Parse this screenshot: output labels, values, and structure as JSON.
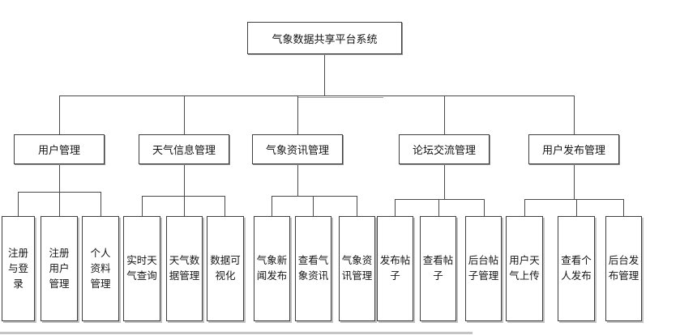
{
  "diagram": {
    "root": {
      "label": "气象数据共享平台系统"
    },
    "branches": [
      {
        "label": "用户管理",
        "children": [
          "注册与登录",
          "注册用户管理",
          "个人资料管理"
        ]
      },
      {
        "label": "天气信息管理",
        "children": [
          "实时天气查询",
          "天气数据管理",
          "数据可视化"
        ]
      },
      {
        "label": "气象资讯管理",
        "children": [
          "气象新闻发布",
          "查看气象资讯",
          "气象资讯管理"
        ]
      },
      {
        "label": "论坛交流管理",
        "children": [
          "发布帖子",
          "查看帖子",
          "后台帖子管理"
        ]
      },
      {
        "label": "用户发布管理",
        "children": [
          "用户天气上传",
          "查看个人发布",
          "后台发布管理"
        ]
      }
    ],
    "colors": {
      "line": "#4a4a4a",
      "box_border": "#3f3f3f",
      "box_fill": "#ffffff",
      "text": "#141414",
      "background": "#ffffff"
    }
  }
}
